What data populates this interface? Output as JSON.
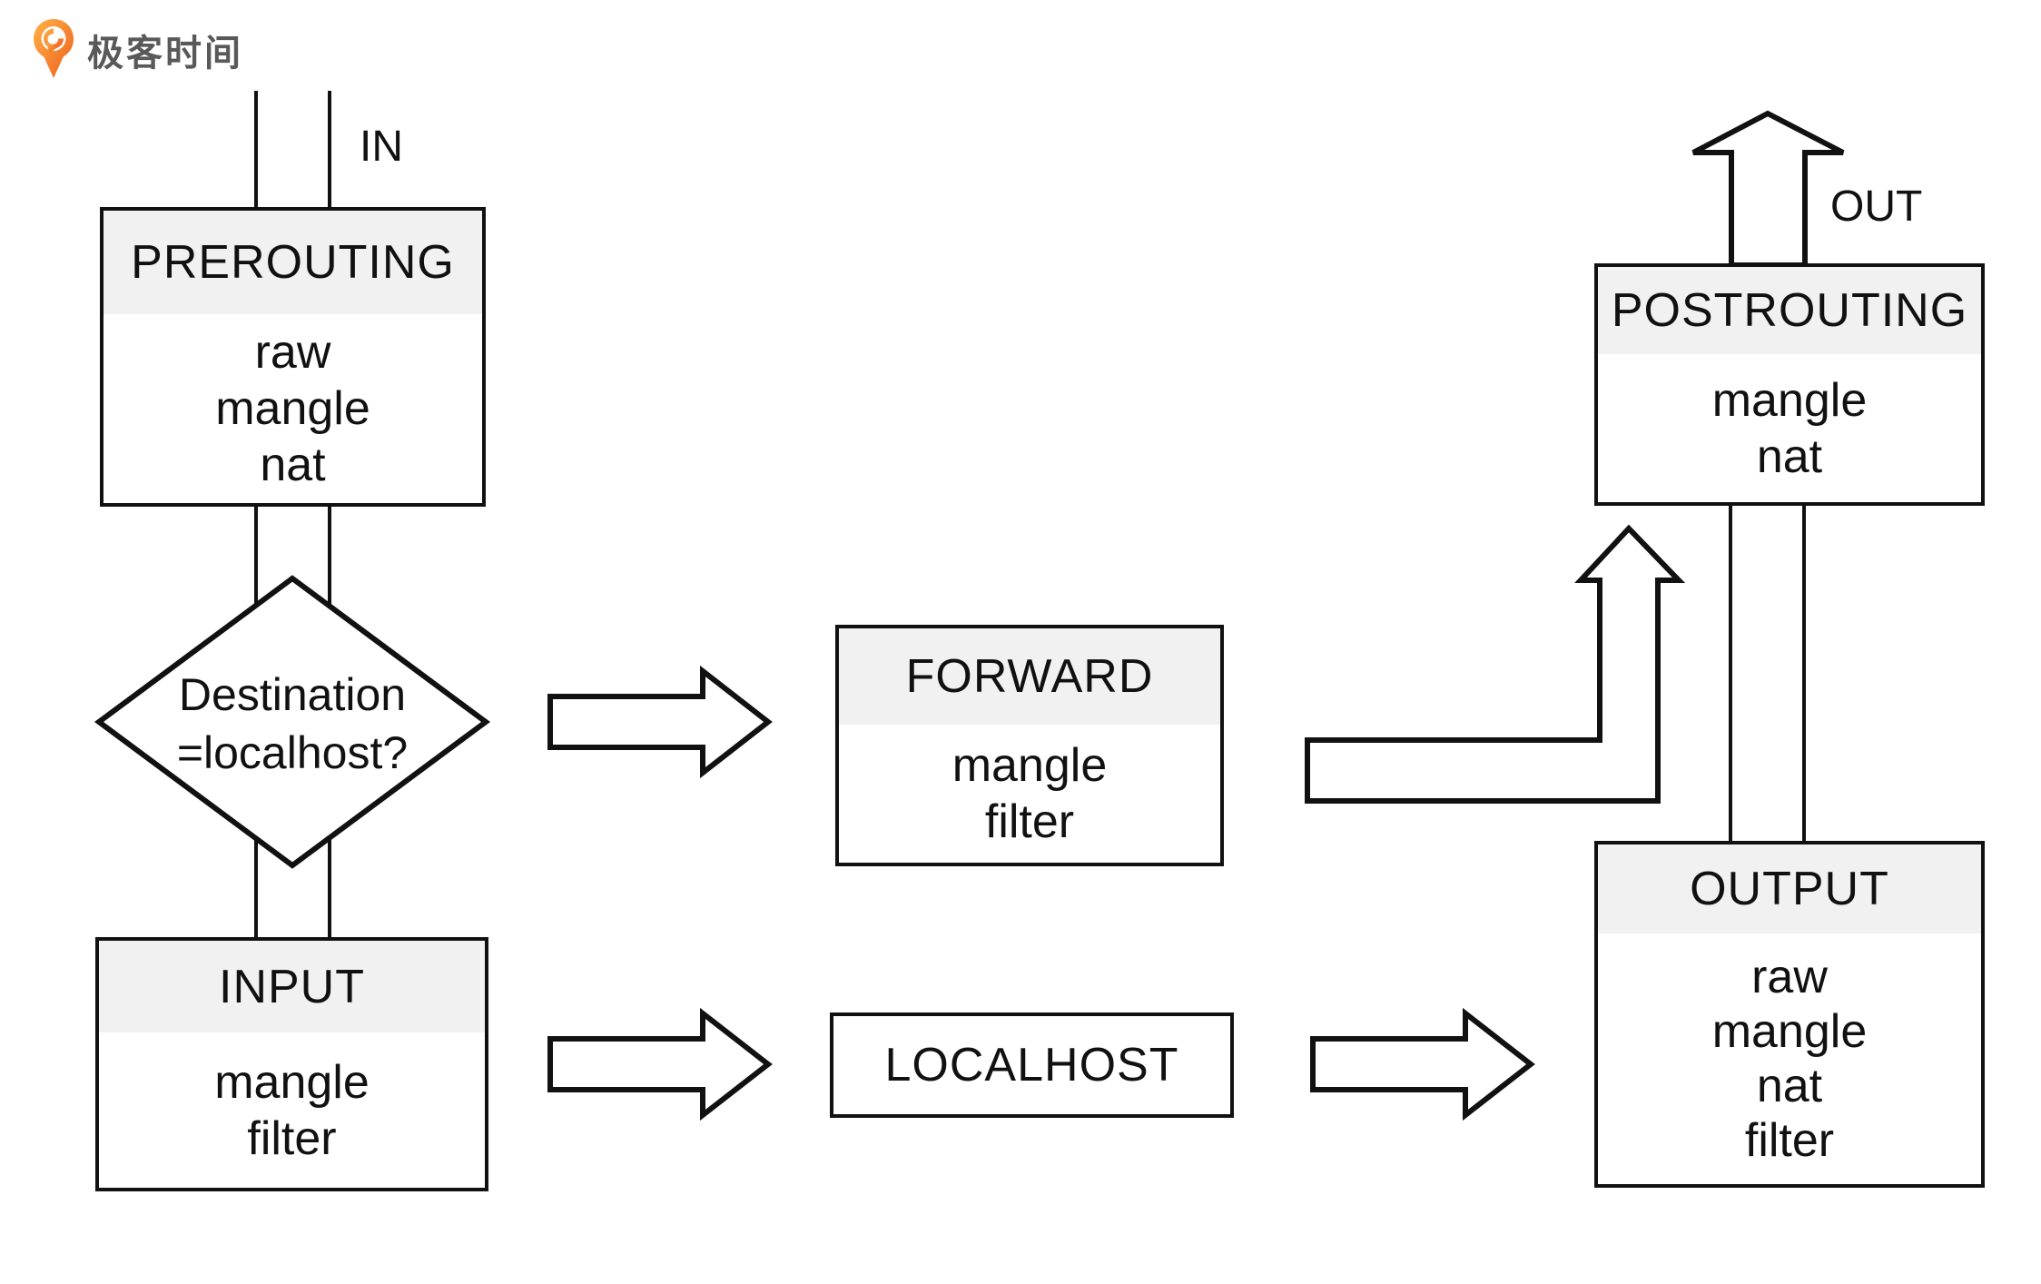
{
  "logo": {
    "brand": "极客时间"
  },
  "labels": {
    "in": "IN",
    "out": "OUT"
  },
  "decision": {
    "line1": "Destination",
    "line2": "=localhost?"
  },
  "chains": {
    "prerouting": {
      "title": "PREROUTING",
      "tables": [
        "raw",
        "mangle",
        "nat"
      ]
    },
    "input": {
      "title": "INPUT",
      "tables": [
        "mangle",
        "filter"
      ]
    },
    "forward": {
      "title": "FORWARD",
      "tables": [
        "mangle",
        "filter"
      ]
    },
    "postrouting": {
      "title": "POSTROUTING",
      "tables": [
        "mangle",
        "nat"
      ]
    },
    "output": {
      "title": "OUTPUT",
      "tables": [
        "raw",
        "mangle",
        "nat",
        "filter"
      ]
    }
  },
  "localhost": {
    "title": "LOCALHOST"
  },
  "colors": {
    "box_header_bg": "#f1f1f1",
    "stroke": "#111111",
    "logo_orange": "#f26b21",
    "brand_gray": "#595959"
  }
}
